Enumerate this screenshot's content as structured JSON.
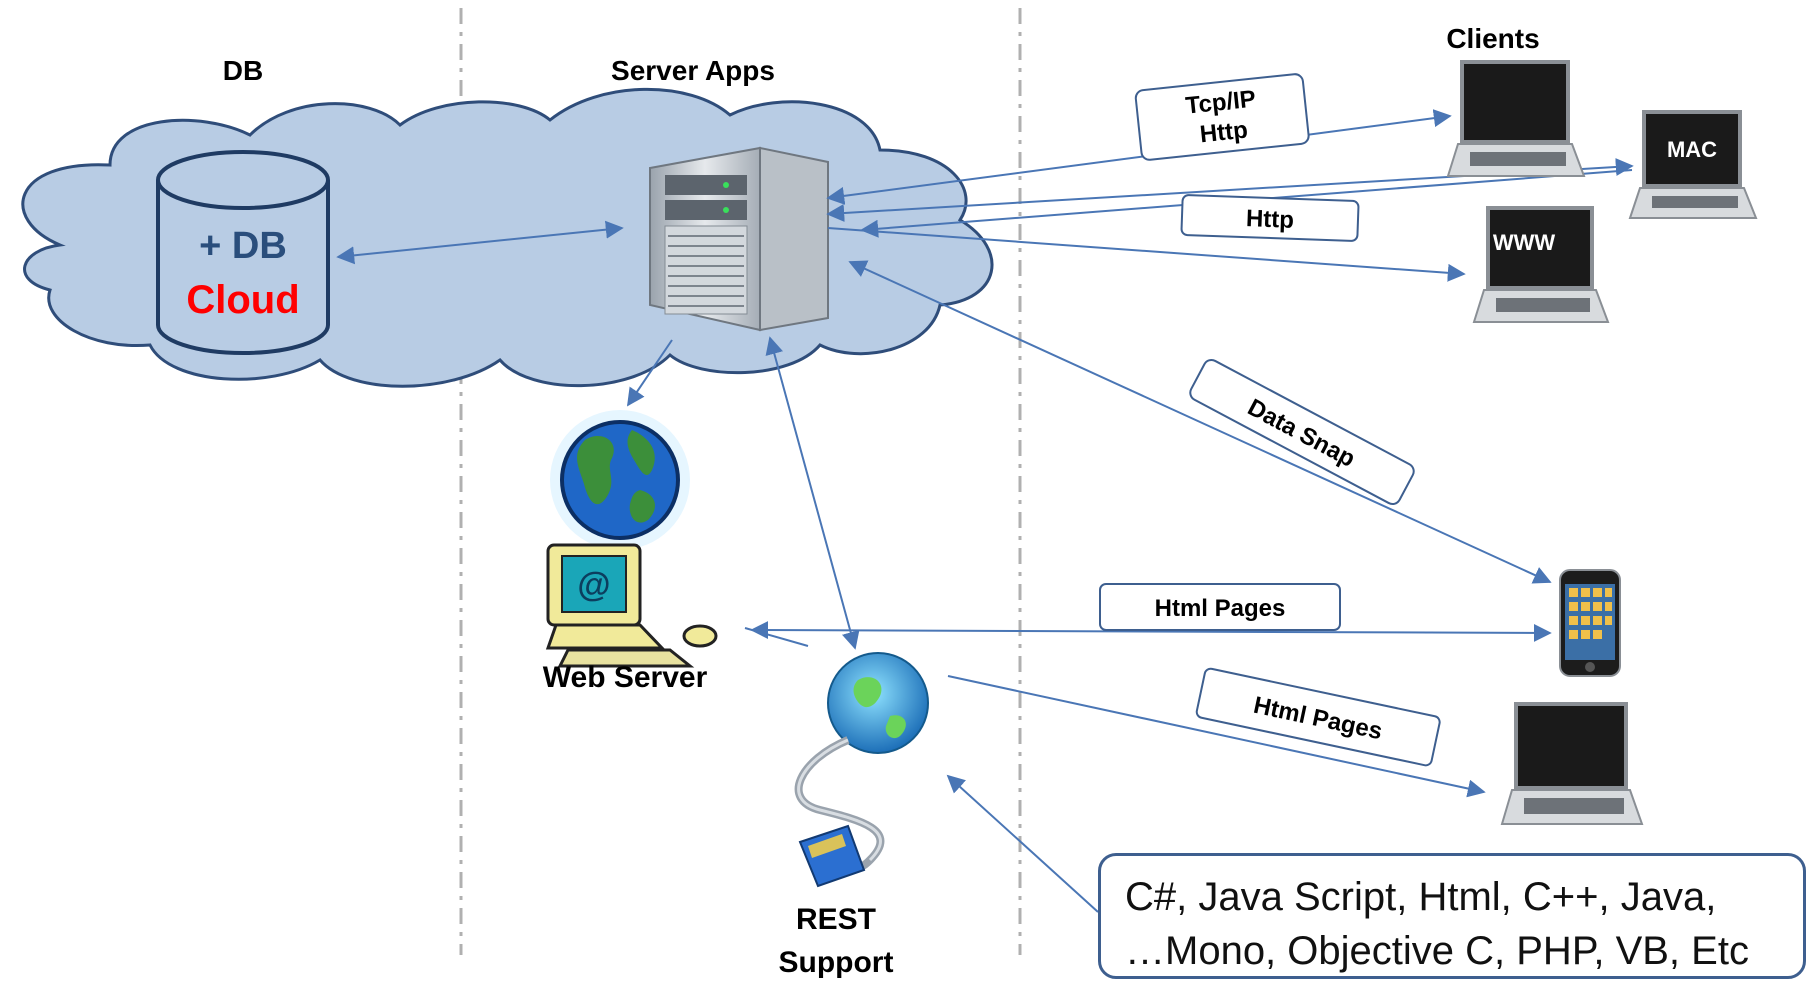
{
  "headers": {
    "db": "DB",
    "server_apps": "Server Apps",
    "clients": "Clients"
  },
  "database": {
    "line1": "+ DB",
    "line2": "Cloud",
    "line2_color": "#ff0000",
    "line1_color": "#2a4e7c"
  },
  "cloud_color": "#b8cce4",
  "connector_color": "#4a76b5",
  "connection_labels": {
    "tcp_line1": "Tcp/IP",
    "tcp_line2": "Http",
    "http": "Http",
    "data_snap": "Data Snap",
    "html_pages_1": "Html Pages",
    "html_pages_2": "Html Pages"
  },
  "clients": {
    "mac_screen": "MAC",
    "www_screen": "WWW"
  },
  "web_server": {
    "label": "Web Server",
    "screen_symbol": "@"
  },
  "rest": {
    "line1": "REST",
    "line2": "Support"
  },
  "languages": {
    "line1": "C#, Java Script, Html, C++, Java,",
    "line2": "…Mono, Objective C, PHP, VB, Etc"
  },
  "icons": [
    "database-cylinder-icon",
    "server-tower-icon",
    "globe-icon",
    "computer-icon",
    "laptop-icon",
    "smartphone-icon",
    "network-cable-icon"
  ]
}
